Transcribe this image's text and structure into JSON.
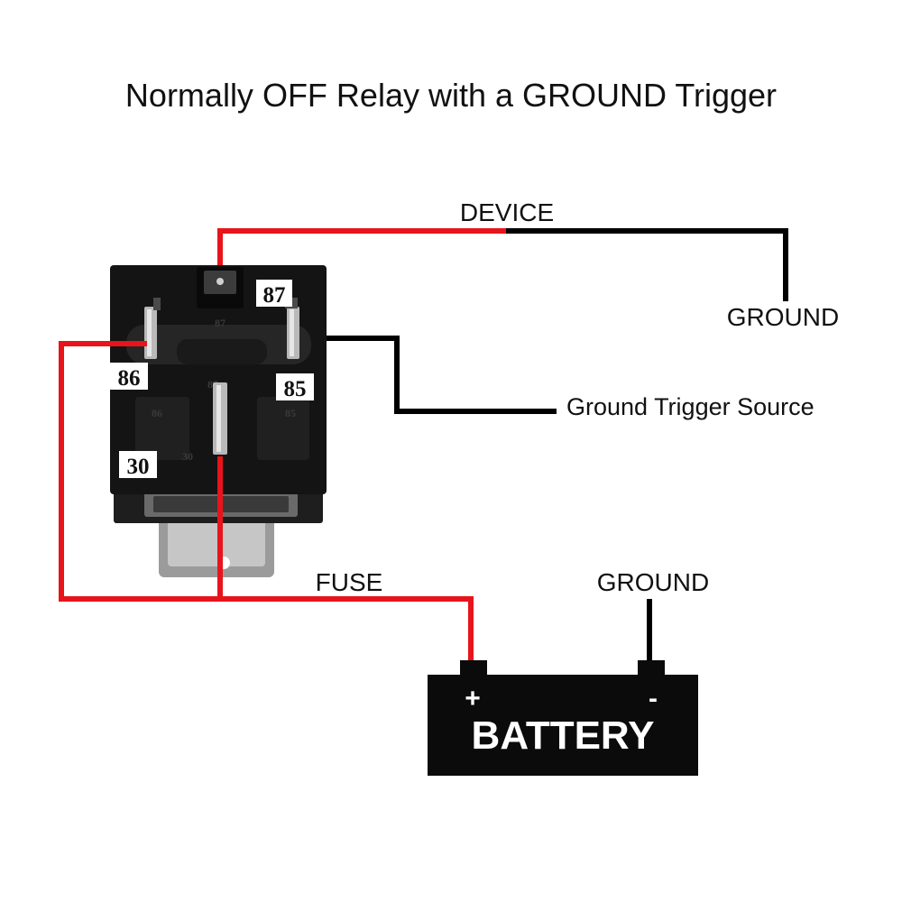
{
  "title": "Normally OFF Relay with a GROUND Trigger",
  "labels": {
    "device": "DEVICE",
    "ground_device": "GROUND",
    "ground_trigger_source": "Ground Trigger Source",
    "fuse": "FUSE",
    "ground_battery": "GROUND"
  },
  "relay": {
    "pins": {
      "p87": "87",
      "p86": "86",
      "p85": "85",
      "p30": "30"
    }
  },
  "battery": {
    "label": "BATTERY",
    "positive": "+",
    "negative": "-"
  },
  "colors": {
    "positive_wire": "#e8141b",
    "ground_wire": "#000000",
    "relay_body": "#141414",
    "battery_body": "#0b0b0b"
  }
}
